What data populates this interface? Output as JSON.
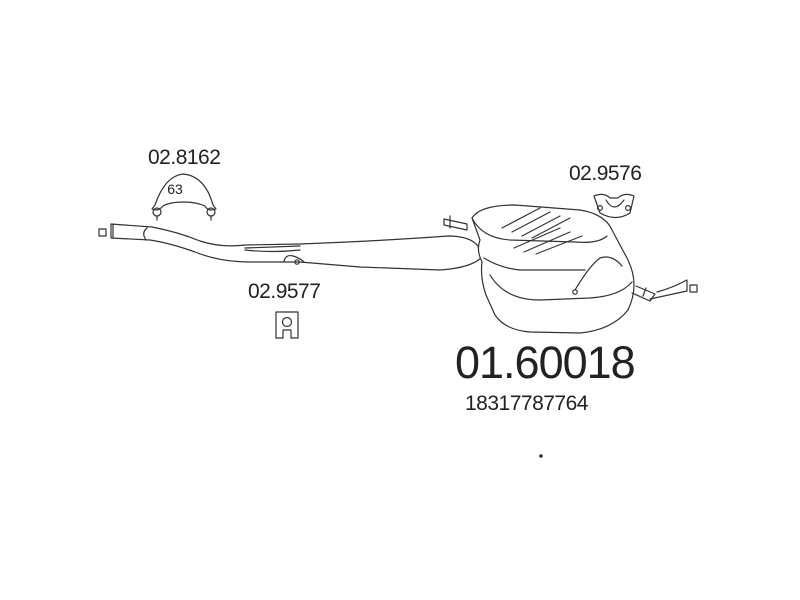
{
  "parts": {
    "clamp": {
      "ref": "02.8162",
      "size": "63"
    },
    "front_hanger": {
      "ref": "02.9577"
    },
    "rear_hanger": {
      "ref": "02.9576"
    },
    "rear_silencer": {
      "ref": "01.60018",
      "oem": "18317787764"
    }
  }
}
